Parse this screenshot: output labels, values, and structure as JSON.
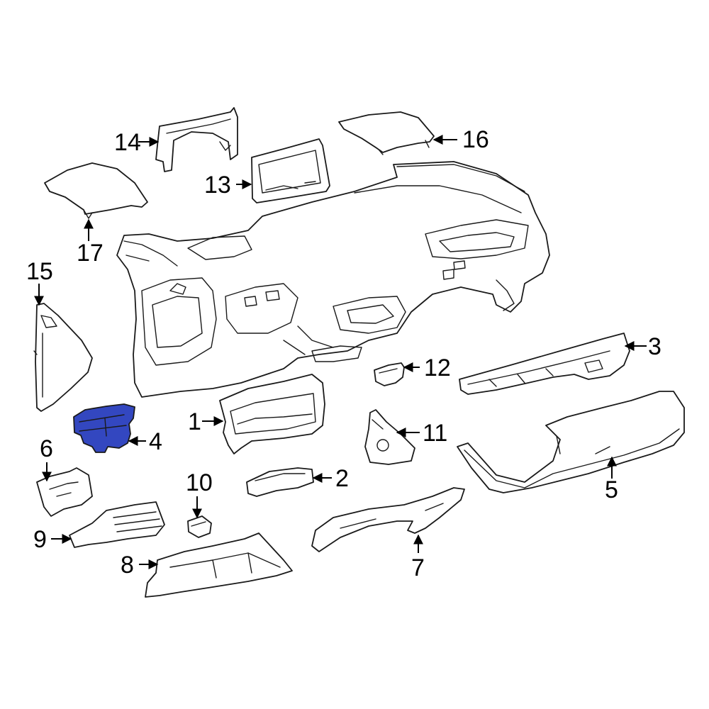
{
  "colors": {
    "highlight_fill": "#3347c0",
    "line": "#1a1a1a",
    "background": "#ffffff"
  },
  "callouts": {
    "c1": "1",
    "c2": "2",
    "c3": "3",
    "c4": "4",
    "c5": "5",
    "c6": "6",
    "c7": "7",
    "c8": "8",
    "c9": "9",
    "c10": "10",
    "c11": "11",
    "c12": "12",
    "c13": "13",
    "c14": "14",
    "c15": "15",
    "c16": "16",
    "c17": "17"
  }
}
